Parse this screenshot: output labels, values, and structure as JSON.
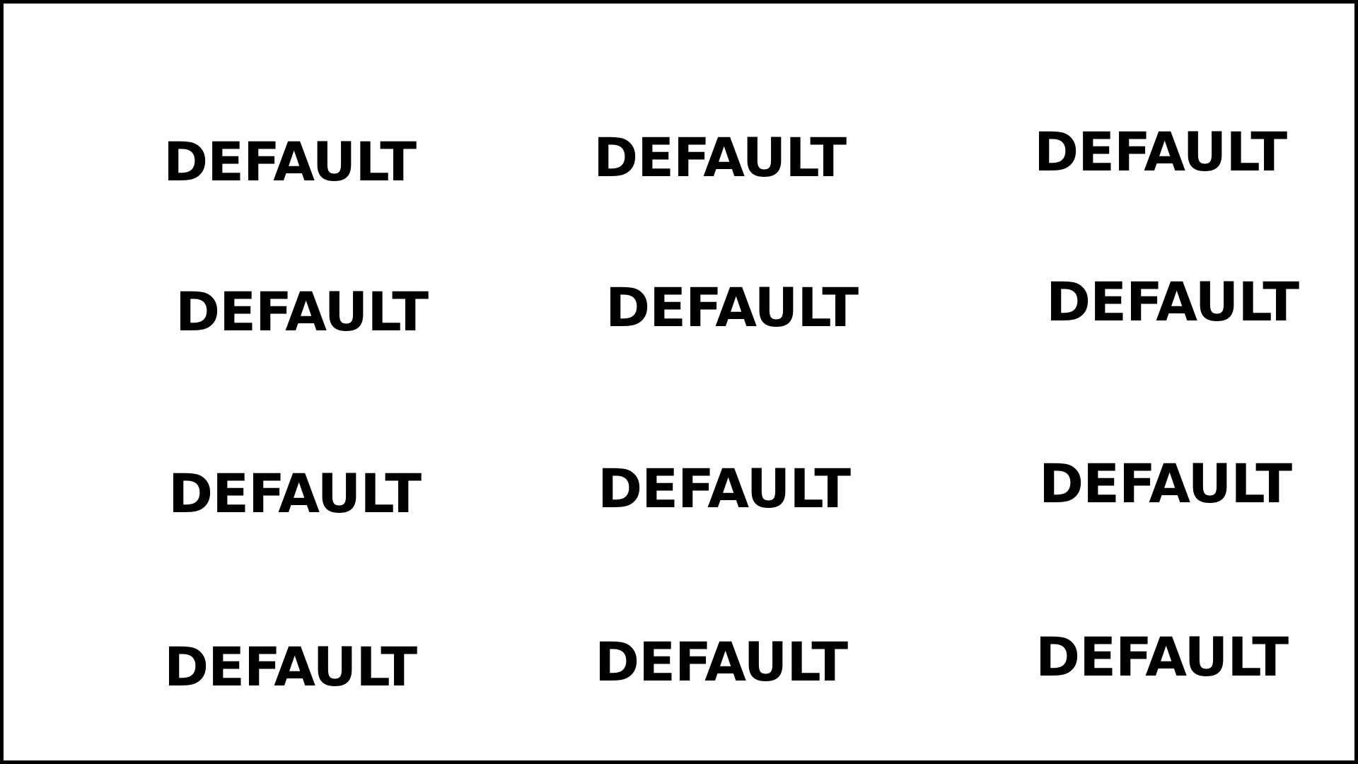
{
  "labels": [
    "DEFAULT",
    "DEFAULT",
    "DEFAULT",
    "DEFAULT",
    "DEFAULT",
    "DEFAULT",
    "DEFAULT",
    "DEFAULT",
    "DEFAULT",
    "DEFAULT",
    "DEFAULT",
    "DEFAULT"
  ],
  "colors": {
    "text": "#000000",
    "background": "#ffffff",
    "border": "#000000"
  }
}
